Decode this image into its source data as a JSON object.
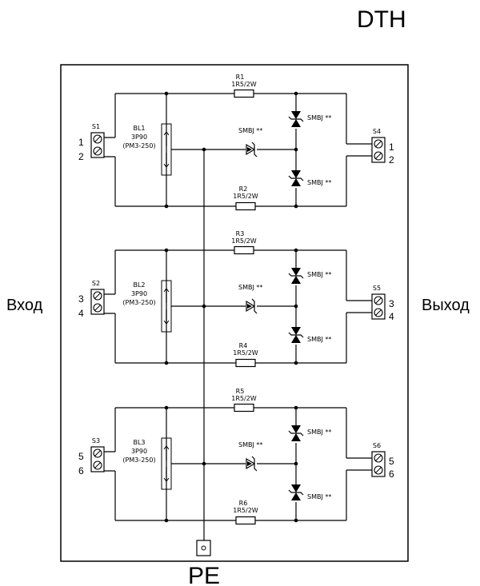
{
  "title": "DTH",
  "input_label": "Вход",
  "output_label": "Выход",
  "ground_label": "PE",
  "stages": [
    {
      "in_terminal": "S1",
      "out_terminal": "S4",
      "arrester": [
        "BL1",
        "3P90",
        "(PM3-250)"
      ],
      "r_top": "R1",
      "r_bottom": "R2",
      "r_value": "1R5/2W",
      "diode": "SMBJ **",
      "pins_in": [
        "1",
        "2"
      ],
      "pins_out": [
        "1",
        "2"
      ]
    },
    {
      "in_terminal": "S2",
      "out_terminal": "S5",
      "arrester": [
        "BL2",
        "3P90",
        "(PM3-250)"
      ],
      "r_top": "R3",
      "r_bottom": "R4",
      "r_value": "1R5/2W",
      "diode": "SMBJ **",
      "pins_in": [
        "3",
        "4"
      ],
      "pins_out": [
        "3",
        "4"
      ]
    },
    {
      "in_terminal": "S3",
      "out_terminal": "S6",
      "arrester": [
        "BL3",
        "3P90",
        "(PM3-250)"
      ],
      "r_top": "R5",
      "r_bottom": "R6",
      "r_value": "1R5/2W",
      "diode": "SMBJ **",
      "pins_in": [
        "5",
        "6"
      ],
      "pins_out": [
        "5",
        "6"
      ]
    }
  ]
}
